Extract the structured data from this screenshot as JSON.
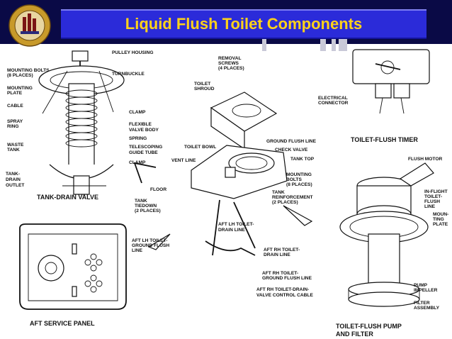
{
  "slide": {
    "title": "Liquid Flush Toilet Components",
    "colors": {
      "header_bg": "#0a0a46",
      "title_bar": "#2b2bd9",
      "title_text": "#ffd21a"
    },
    "logo_icon": "university-emblem-icon"
  },
  "diagram": {
    "tank_drain_valve": {
      "caption": "TANK-DRAIN VALVE",
      "labels": {
        "pulley_housing": "PULLEY HOUSING",
        "mounting_bolts": "MOUNTING BOLTS",
        "mounting_bolts_count": "(8 PLACES)",
        "turnbuckle": "TURNBUCKLE",
        "mounting_plate_1": "MOUNTING",
        "mounting_plate_2": "PLATE",
        "cable": "CABLE",
        "clamp_top": "CLAMP",
        "spray_ring_1": "SPRAY",
        "spray_ring_2": "RING",
        "flexible_valve_body_1": "FLEXIBLE",
        "flexible_valve_body_2": "VALVE BODY",
        "spring": "SPRING",
        "waste_tank_1": "WASTE",
        "waste_tank_2": "TANK",
        "telescoping_1": "TELESCOPING",
        "telescoping_2": "GUIDE TUBE",
        "clamp_bottom": "CLAMP",
        "tank_drain_outlet_1": "TANK-",
        "tank_drain_outlet_2": "DRAIN",
        "tank_drain_outlet_3": "OUTLET"
      }
    },
    "center": {
      "labels": {
        "removal_screws_1": "REMOVAL",
        "removal_screws_2": "SCREWS",
        "removal_screws_3": "(4 PLACES)",
        "toilet_shroud_1": "TOILET",
        "toilet_shroud_2": "SHROUD",
        "ground_flush_line": "GROUND FLUSH LINE",
        "toilet_bowl": "TOILET BOWL",
        "check_valve": "CHECK VALVE",
        "vent_line": "VENT LINE",
        "tank_top": "TANK TOP",
        "mounting_bolts_1": "MOUNTING",
        "mounting_bolts_2": "BOLTS",
        "mounting_bolts_3": "(8 PLACES)",
        "floor": "FLOOR",
        "tank_reinforcement_1": "TANK",
        "tank_reinforcement_2": "REINFORCEMENT",
        "tank_reinforcement_3": "(2 PLACES)",
        "tank_tiedown_1": "TANK",
        "tank_tiedown_2": "TIEDOWN",
        "tank_tiedown_3": "(2 PLACES)",
        "aft_lh_drain_1": "AFT LH TOILET-",
        "aft_lh_drain_2": "DRAIN LINE",
        "aft_lh_flush_1": "AFT LH TOILET-",
        "aft_lh_flush_2": "GROUND FLUSH",
        "aft_lh_flush_3": "LINE",
        "aft_rh_drain_1": "AFT RH TOILET-",
        "aft_rh_drain_2": "DRAIN LINE",
        "aft_rh_flush_1": "AFT RH TOILET-",
        "aft_rh_flush_2": "GROUND FLUSH LINE",
        "aft_rh_valve_1": "AFT RH TOILET-DRAIN-",
        "aft_rh_valve_2": "VALVE CONTROL CABLE"
      }
    },
    "toilet_flush_timer": {
      "caption": "TOILET-FLUSH TIMER",
      "labels": {
        "electrical_1": "ELECTRICAL",
        "electrical_2": "CONNECTOR"
      }
    },
    "flush_pump": {
      "caption_1": "TOILET-FLUSH PUMP",
      "caption_2": "AND FILTER",
      "labels": {
        "flush_motor": "FLUSH MOTOR",
        "inflight_1": "IN-FLIGHT",
        "inflight_2": "TOILET-",
        "inflight_3": "FLUSH",
        "inflight_4": "LINE",
        "mounting_plate_1": "MOUN-",
        "mounting_plate_2": "TING",
        "mounting_plate_3": "PLATE",
        "pump_impeller_1": "PUMP",
        "pump_impeller_2": "IMPELLER",
        "filter_assembly_1": "FILTER",
        "filter_assembly_2": "ASSEMBLY"
      }
    },
    "aft_service_panel": {
      "caption": "AFT SERVICE PANEL"
    }
  }
}
